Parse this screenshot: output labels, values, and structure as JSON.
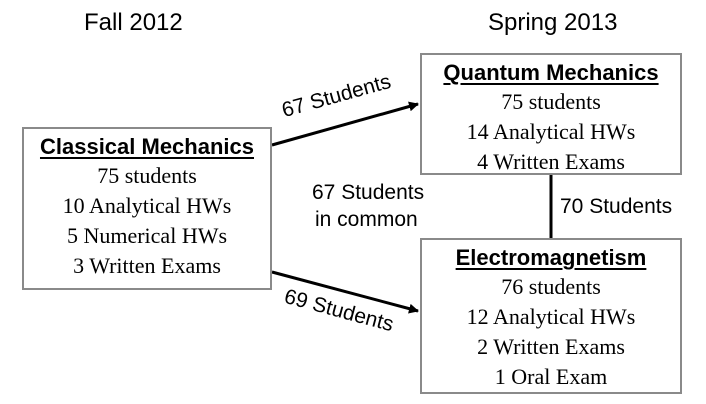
{
  "headings": {
    "fall": "Fall 2012",
    "spring": "Spring 2013"
  },
  "boxes": {
    "classical": {
      "title": "Classical Mechanics",
      "lines": [
        "75 students",
        "10 Analytical HWs",
        "5 Numerical HWs",
        "3 Written Exams"
      ]
    },
    "quantum": {
      "title": "Quantum Mechanics",
      "lines": [
        "75 students",
        "14 Analytical HWs",
        "4 Written Exams"
      ]
    },
    "em": {
      "title": "Electromagnetism",
      "lines": [
        "76 students",
        "12 Analytical HWs",
        "2 Written Exams",
        "1 Oral Exam"
      ]
    }
  },
  "edges": {
    "classical_to_quantum": "67 Students",
    "classical_to_em": "69 Students",
    "quantum_em": "70 Students",
    "common_line1": "67 Students",
    "common_line2": "in common"
  },
  "colors": {
    "box_border": "#8a8a8a",
    "arrow": "#000000"
  }
}
